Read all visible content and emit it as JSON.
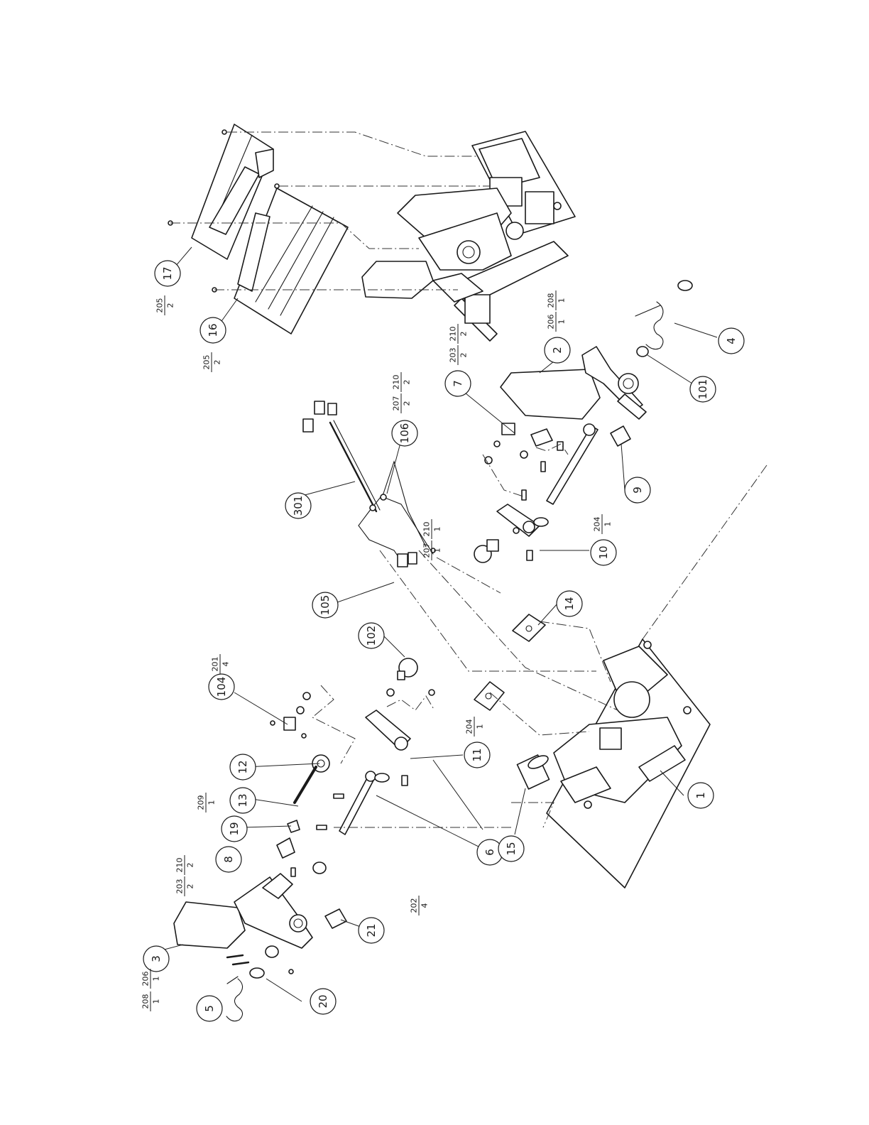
{
  "callouts": [
    {
      "id": "c1",
      "label": "1"
    },
    {
      "id": "c2",
      "label": "2"
    },
    {
      "id": "c3",
      "label": "3"
    },
    {
      "id": "c4",
      "label": "4"
    },
    {
      "id": "c5",
      "label": "5"
    },
    {
      "id": "c6",
      "label": "6"
    },
    {
      "id": "c7",
      "label": "7"
    },
    {
      "id": "c8",
      "label": "8"
    },
    {
      "id": "c9",
      "label": "9"
    },
    {
      "id": "c10",
      "label": "10"
    },
    {
      "id": "c11",
      "label": "11"
    },
    {
      "id": "c12",
      "label": "12"
    },
    {
      "id": "c13",
      "label": "13"
    },
    {
      "id": "c14",
      "label": "14"
    },
    {
      "id": "c15",
      "label": "15"
    },
    {
      "id": "c16",
      "label": "16"
    },
    {
      "id": "c17",
      "label": "17"
    },
    {
      "id": "c19",
      "label": "19"
    },
    {
      "id": "c20",
      "label": "20"
    },
    {
      "id": "c21",
      "label": "21"
    },
    {
      "id": "c101",
      "label": "101"
    },
    {
      "id": "c102",
      "label": "102"
    },
    {
      "id": "c104",
      "label": "104"
    },
    {
      "id": "c105",
      "label": "105"
    },
    {
      "id": "c106",
      "label": "106"
    },
    {
      "id": "c301",
      "label": "301"
    }
  ],
  "fastener_tags": [
    {
      "id": "f1",
      "num": "205",
      "qty": "2"
    },
    {
      "id": "f2",
      "num": "205",
      "qty": "2"
    },
    {
      "id": "f3",
      "num": "203",
      "qty": "2"
    },
    {
      "id": "f4",
      "num": "210",
      "qty": "2"
    },
    {
      "id": "f5",
      "num": "206",
      "qty": "1"
    },
    {
      "id": "f6",
      "num": "208",
      "qty": "1"
    },
    {
      "id": "f7",
      "num": "207",
      "qty": "2"
    },
    {
      "id": "f8",
      "num": "210",
      "qty": "2"
    },
    {
      "id": "f9",
      "num": "207",
      "qty": "1"
    },
    {
      "id": "f10",
      "num": "210",
      "qty": "1"
    },
    {
      "id": "f11",
      "num": "204",
      "qty": "1"
    },
    {
      "id": "f12",
      "num": "201",
      "qty": "4"
    },
    {
      "id": "f13",
      "num": "204",
      "qty": "1"
    },
    {
      "id": "f14",
      "num": "209",
      "qty": "1"
    },
    {
      "id": "f15",
      "num": "210",
      "qty": "2"
    },
    {
      "id": "f16",
      "num": "203",
      "qty": "2"
    },
    {
      "id": "f17",
      "num": "202",
      "qty": "4"
    },
    {
      "id": "f18",
      "num": "208",
      "qty": "1"
    },
    {
      "id": "f19",
      "num": "206",
      "qty": "1"
    }
  ]
}
